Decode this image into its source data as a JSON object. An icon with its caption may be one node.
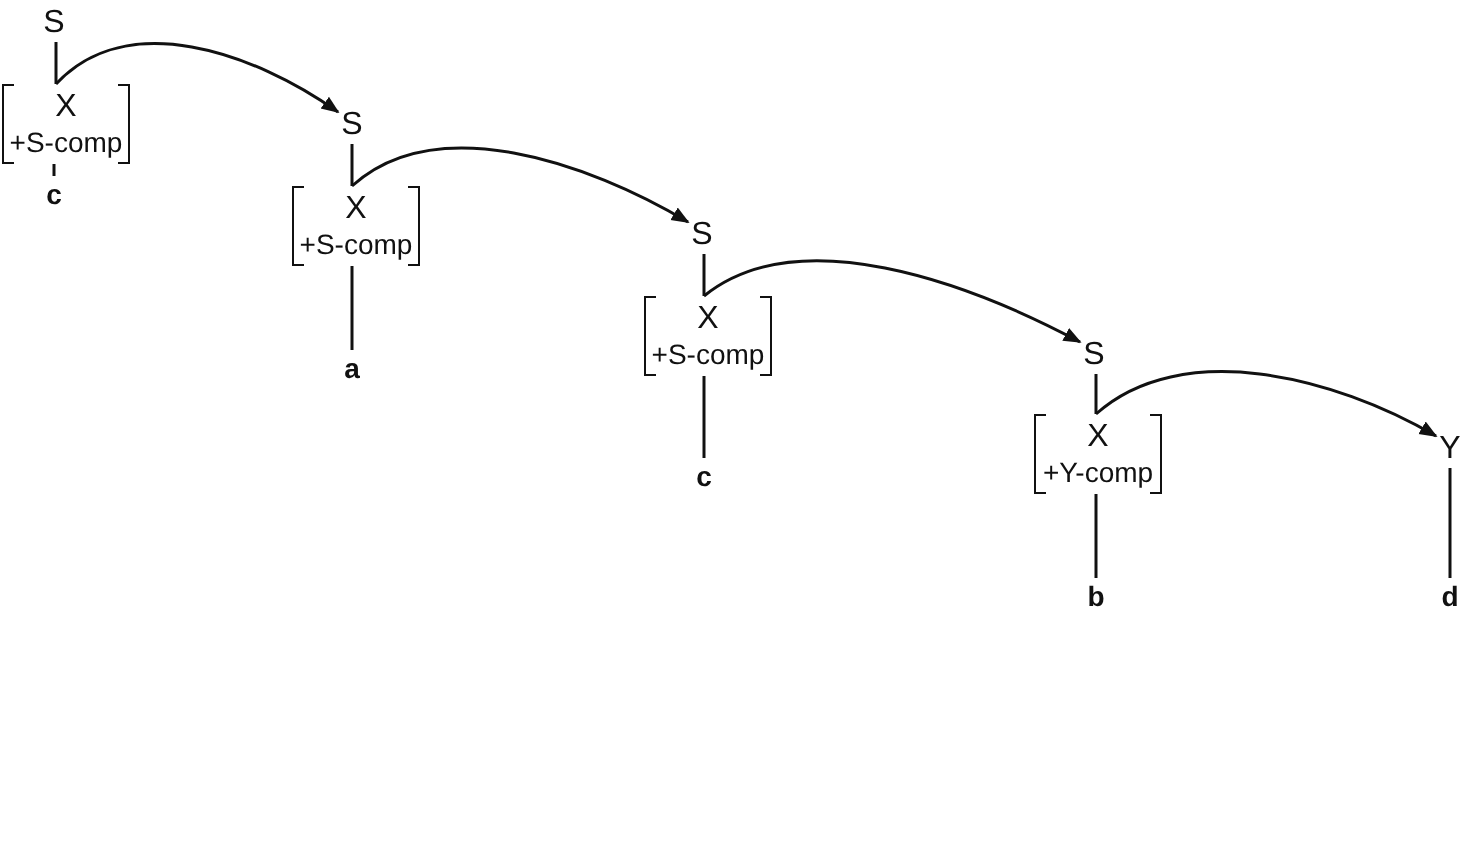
{
  "diagram": {
    "nodes": [
      {
        "text": [
          "S"
        ]
      },
      {
        "text": [
          "X",
          "+S-comp"
        ]
      },
      {
        "text": [
          "c"
        ]
      },
      {
        "text": [
          "S"
        ]
      },
      {
        "text": [
          "X",
          "+S-comp"
        ]
      },
      {
        "text": [
          "a"
        ]
      },
      {
        "text": [
          "S"
        ]
      },
      {
        "text": [
          "X",
          "+S-comp"
        ]
      },
      {
        "text": [
          "c"
        ]
      },
      {
        "text": [
          "S"
        ]
      },
      {
        "text": [
          "X",
          "+Y-comp"
        ]
      },
      {
        "text": [
          "b"
        ]
      },
      {
        "text": [
          "Y"
        ]
      },
      {
        "text": [
          "d"
        ]
      }
    ],
    "edges": [
      {
        "from": 0,
        "to": 1,
        "arrow": "none"
      },
      {
        "from": 1,
        "to": 2,
        "arrow": "none"
      },
      {
        "from": 1,
        "to": 3,
        "arrow": "to"
      },
      {
        "from": 3,
        "to": 4,
        "arrow": "none"
      },
      {
        "from": 4,
        "to": 5,
        "arrow": "none"
      },
      {
        "from": 4,
        "to": 6,
        "arrow": "to"
      },
      {
        "from": 6,
        "to": 7,
        "arrow": "none"
      },
      {
        "from": 7,
        "to": 8,
        "arrow": "none"
      },
      {
        "from": 7,
        "to": 9,
        "arrow": "to"
      },
      {
        "from": 9,
        "to": 10,
        "arrow": "none"
      },
      {
        "from": 10,
        "to": 11,
        "arrow": "none"
      },
      {
        "from": 10,
        "to": 12,
        "arrow": "to"
      },
      {
        "from": 12,
        "to": 13,
        "arrow": "none"
      }
    ]
  }
}
